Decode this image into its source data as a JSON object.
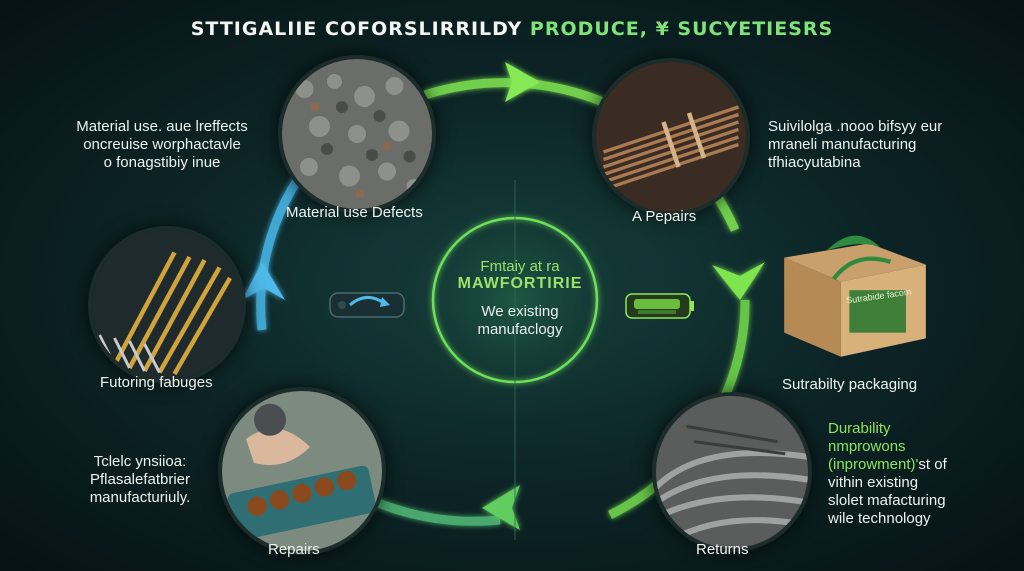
{
  "title": {
    "part1": "STTIGALIIE COFORSLIRRILDY ",
    "part2": "PRODUCE, ¥ SUCYETIESRS"
  },
  "center": {
    "line1": "Fmtaiy at ra",
    "line2": "MAWFORTIRIE",
    "line3": "We existing",
    "line4": "manufaclogy"
  },
  "nodes": {
    "top_left_label": "Material use Defects",
    "top_right_label": "A Pepairs",
    "right_label": "Sutrabilty packaging",
    "bottom_right_label": "Returns",
    "bottom_left_label": "Repairs",
    "left_label": "Futoring fabuges"
  },
  "side_texts": {
    "top_left": [
      "Material use. aue lreffects",
      "oncreuise worphactavle",
      "o fonagstibiy inue"
    ],
    "top_right": [
      "Suivilolga .nooo bifsyy eur",
      "mraneli manufacturing",
      "tfhiacyutabina"
    ],
    "bottom_left": [
      "Tclelc ynsiioa:",
      "Pflasalefatbrier",
      "manufacturiuly."
    ],
    "bottom_right_green": [
      "Durability",
      "nmprowons",
      "(inprowment)'"
    ],
    "bottom_right_suffix": "st of",
    "bottom_right_white": [
      "vithin existing",
      "slolet mafacturing",
      "wile technology"
    ]
  },
  "package_label": "Sutrabide facom",
  "icons": [
    "recycle-arrow-icon",
    "battery-icon"
  ],
  "colors": {
    "accent_green": "#8ee55a",
    "ring_blue": "#46b6e6",
    "background": "#0d2628"
  }
}
